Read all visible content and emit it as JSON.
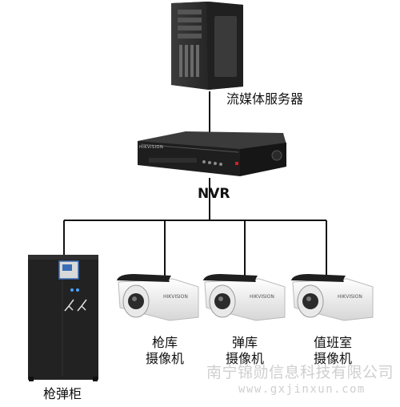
{
  "nodes": {
    "server": {
      "label": "流媒体服务器"
    },
    "nvr": {
      "label": "NVR",
      "brand": "HIKVISION"
    },
    "cabinet": {
      "label": "枪弹柜"
    },
    "camera_1": {
      "line1": "枪库",
      "line2": "摄像机",
      "brand": "HIKVISION"
    },
    "camera_2": {
      "line1": "弹库",
      "line2": "摄像机",
      "brand": "HIKVISION"
    },
    "camera_3": {
      "line1": "值班室",
      "line2": "摄像机",
      "brand": "HIKVISION"
    }
  },
  "watermark": {
    "line1": "南宁锦勋信息科技有限公司",
    "line2": "www.gxjinxun.com"
  },
  "colors": {
    "line": "#111111",
    "device_dark": "#2a2a2a",
    "device_light": "#f2f2f2",
    "watermark": "#cfcfcf"
  }
}
